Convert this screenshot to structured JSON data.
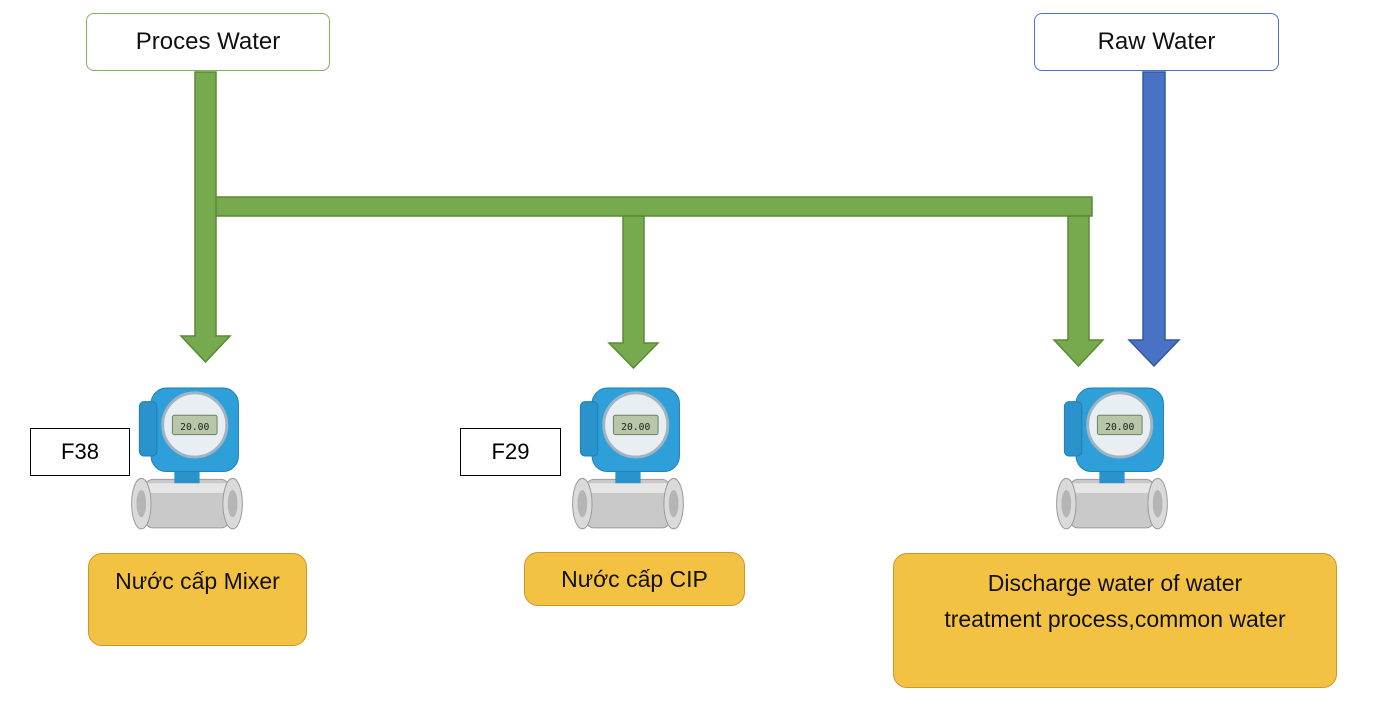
{
  "colors": {
    "process_flow": "#77a94e",
    "raw_flow": "#4a72c4",
    "destination_fill": "#f4c242",
    "meter_body": "#2f9fd9"
  },
  "sources": {
    "process_water": "Proces Water",
    "raw_water": "Raw Water"
  },
  "tags": {
    "f38": "F38",
    "f29": "F29"
  },
  "meters": [
    {
      "icon": "flowmeter-icon",
      "display": "20.00"
    },
    {
      "icon": "flowmeter-icon",
      "display": "20.00"
    },
    {
      "icon": "flowmeter-icon",
      "display": "20.00"
    }
  ],
  "destinations": {
    "mixer": "Nước cấp Mixer",
    "cip": "Nước cấp CIP",
    "discharge_line1": "Discharge water of water",
    "discharge_line2": "treatment process,common water"
  }
}
